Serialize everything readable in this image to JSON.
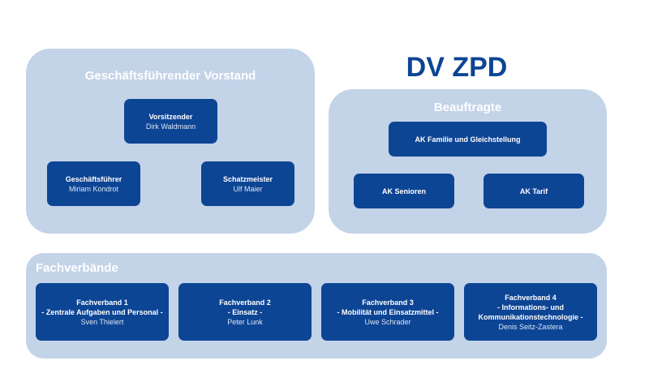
{
  "title": "DV ZPD",
  "vorstand": {
    "title": "Geschäftsführender Vorstand",
    "vorsitzender": {
      "role": "Vorsitzender",
      "name": "Dirk Waldmann"
    },
    "gf": {
      "role": "Geschäftsführer",
      "name": "Miriam Kondrot"
    },
    "schatz": {
      "role": "Schatzmeister",
      "name": "Ulf Maier"
    }
  },
  "beauftragte": {
    "title": "Beauftragte",
    "items": [
      "AK Familie und Gleichstellung",
      "AK Senioren",
      "AK Tarif"
    ]
  },
  "fachverbaende": {
    "title": "Fachverbände",
    "items": [
      {
        "name": "Fachverband 1",
        "desc": "- Zentrale Aufgaben und Personal -",
        "person": "Sven Thielert"
      },
      {
        "name": "Fachverband 2",
        "desc": "- Einsatz -",
        "person": "Peter Lunk"
      },
      {
        "name": "Fachverband 3",
        "desc": "- Mobilität und Einsatzmittel -",
        "person": "Uwe Schrader"
      },
      {
        "name": "Fachverband 4",
        "desc": "- Informations- und Kommunikationstechnologie -",
        "person": "Denis Seitz-Zastera"
      }
    ]
  },
  "colors": {
    "panel": "#c3d3e8",
    "box": "#0d4595"
  }
}
